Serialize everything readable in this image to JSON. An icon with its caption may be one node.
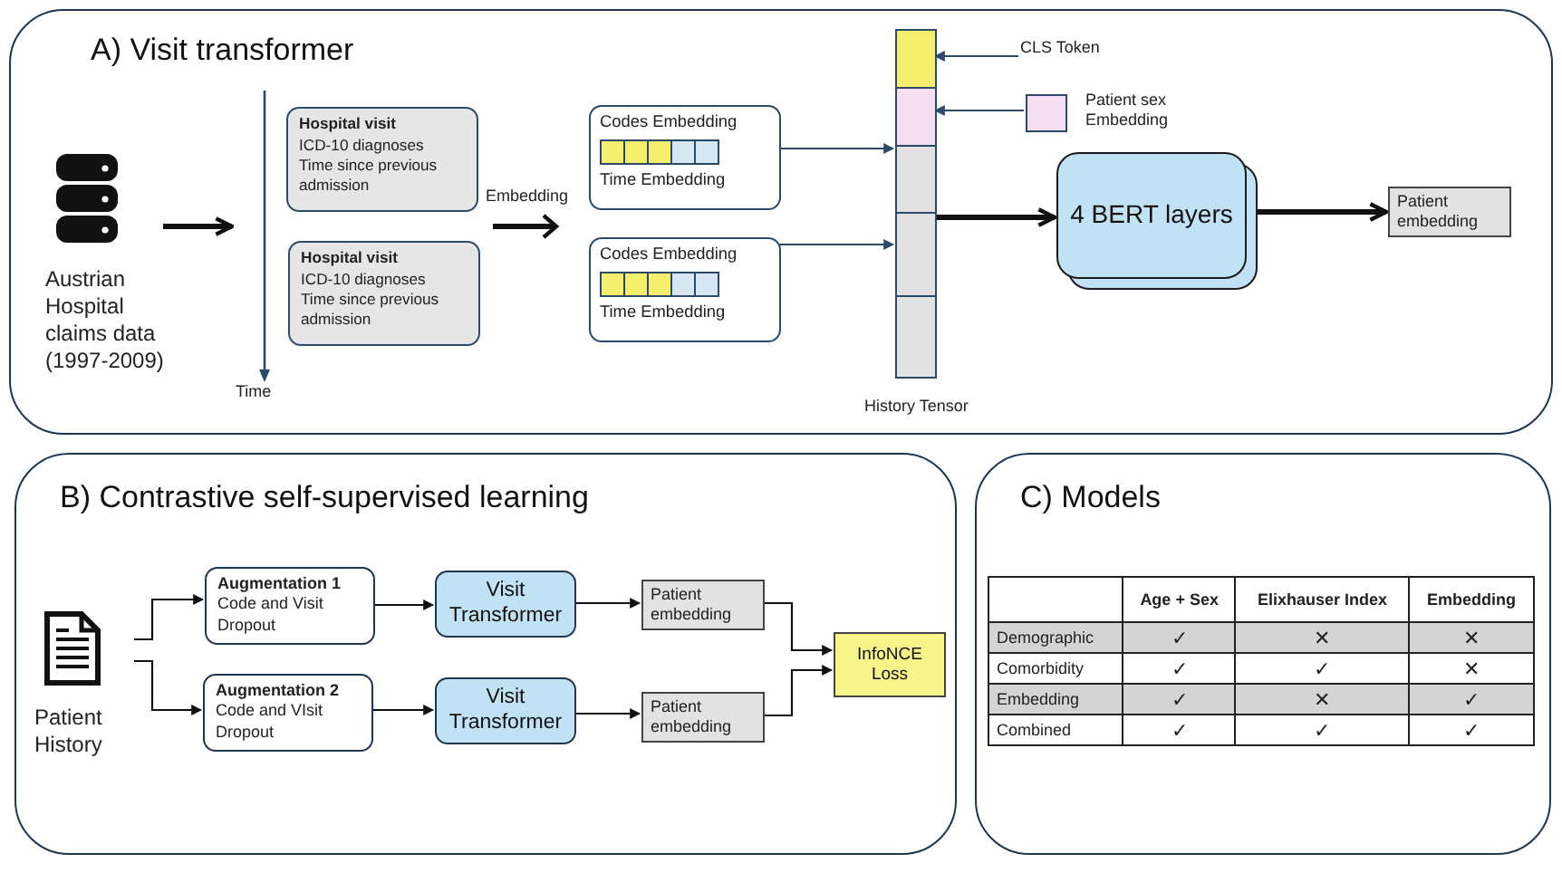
{
  "diagram": {
    "nodes": [
      {
        "text": [
          "A) Visit transformer"
        ]
      },
      {
        "text": [
          "Austrian Hospital claims data (1997-2009)"
        ],
        "in": 0
      },
      {
        "text": [
          "Hospital visit",
          "ICD-10 diagnoses",
          "Time since previous admission"
        ],
        "in": 0
      },
      {
        "text": [
          "Hospital visit",
          "ICD-10 diagnoses",
          "Time since previous admission"
        ],
        "in": 0
      },
      {
        "text": [
          "Codes Embedding",
          "Time Embedding"
        ],
        "in": 0
      },
      {
        "text": [
          "Codes Embedding",
          "Time Embedding"
        ],
        "in": 0
      },
      {
        "text": [],
        "shape": "bar",
        "beside": [
          "History Tensor"
        ],
        "in": 0
      },
      {
        "text": [
          "CLS Token"
        ],
        "in": 0
      },
      {
        "text": [],
        "shape": "box",
        "beside": [
          "Patient sex Embedding"
        ],
        "in": 0
      },
      {
        "text": [
          "4 BERT layers"
        ],
        "in": 0
      },
      {
        "text": [
          "Patient embedding"
        ],
        "in": 0
      },
      {
        "text": [
          "B) Contrastive self-supervised learning"
        ]
      },
      {
        "text": [
          "Patient History"
        ],
        "in": 11
      },
      {
        "text": [
          "Augmentation 1",
          "Code and Visit Dropout"
        ],
        "in": 11
      },
      {
        "text": [
          "Augmentation 2",
          "Code and VIsit Dropout"
        ],
        "in": 11
      },
      {
        "text": [
          "Visit Transformer"
        ],
        "in": 11
      },
      {
        "text": [
          "Visit Transformer"
        ],
        "in": 11
      },
      {
        "text": [
          "Patient embedding"
        ],
        "in": 11
      },
      {
        "text": [
          "Patient embedding"
        ],
        "in": 11
      },
      {
        "text": [
          "InfoNCE Loss"
        ],
        "in": 11
      },
      {
        "text": [
          "C) Models"
        ]
      }
    ],
    "edges": [
      {
        "from": 1,
        "to": null,
        "arrow": "to",
        "style": "thick"
      },
      {
        "from": 4,
        "to": 6,
        "arrow": "to",
        "color": "#2b4a6b"
      },
      {
        "from": 5,
        "to": 6,
        "arrow": "to",
        "color": "#2b4a6b"
      },
      {
        "from": 7,
        "to": 6,
        "arrow": "to",
        "color": "#2b4a6b"
      },
      {
        "from": 8,
        "to": 6,
        "arrow": "to",
        "color": "#2b4a6b"
      },
      {
        "from": 6,
        "to": 9,
        "arrow": "to",
        "style": "thick"
      },
      {
        "from": 9,
        "to": 10,
        "arrow": "to",
        "style": "thick"
      },
      {
        "from": 12,
        "to": 13,
        "arrow": "to"
      },
      {
        "from": 12,
        "to": 14,
        "arrow": "to"
      },
      {
        "from": 13,
        "to": 15,
        "arrow": "to"
      },
      {
        "from": 14,
        "to": 16,
        "arrow": "to"
      },
      {
        "from": 15,
        "to": 17,
        "arrow": "to"
      },
      {
        "from": 16,
        "to": 18,
        "arrow": "to"
      },
      {
        "from": 17,
        "to": 19,
        "arrow": "to"
      },
      {
        "from": 18,
        "to": 19,
        "arrow": "to"
      }
    ],
    "labels": [
      "Time",
      "Embedding",
      "Age + Sex",
      "Elixhauser Index",
      "Embedding",
      "Demographic",
      "✓",
      "✕",
      "✕",
      "Comorbidity",
      "✓",
      "✓",
      "✕",
      "Embedding",
      "✓",
      "✕",
      "✓",
      "Combined",
      "✓",
      "✓",
      "✓"
    ]
  }
}
